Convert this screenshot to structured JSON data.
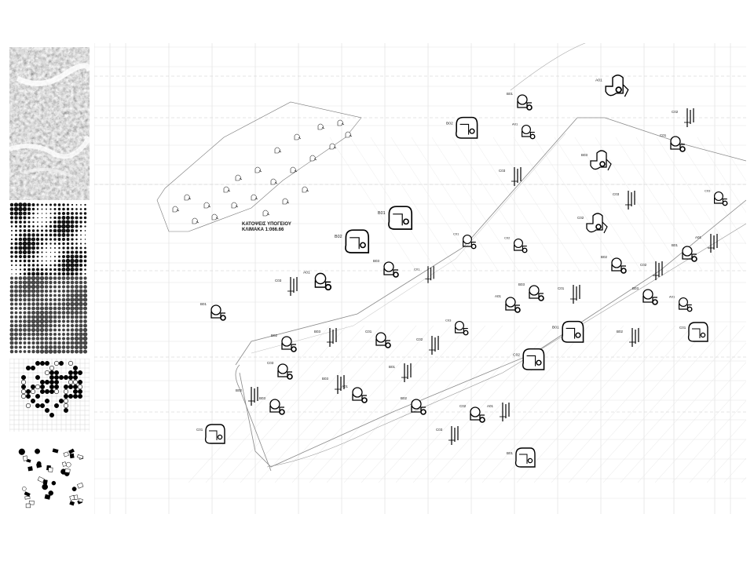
{
  "plan": {
    "title_line1": "ΚΑΤΟΨΕΙΣ ΥΠΟΓΕΙΟΥ",
    "title_line2": "ΚΛΙΜΑΚΑ 1:066.66"
  },
  "panels": [
    {
      "name": "aerial-texture"
    },
    {
      "name": "halftone-dot-field"
    },
    {
      "name": "dot-grid-pattern"
    },
    {
      "name": "scattered-unit-pattern"
    }
  ],
  "unit_tags": [
    {
      "label": "A01"
    },
    {
      "label": "B01"
    },
    {
      "label": "B02"
    },
    {
      "label": "B03"
    },
    {
      "label": "C01"
    },
    {
      "label": "C02"
    },
    {
      "label": "C03"
    }
  ]
}
